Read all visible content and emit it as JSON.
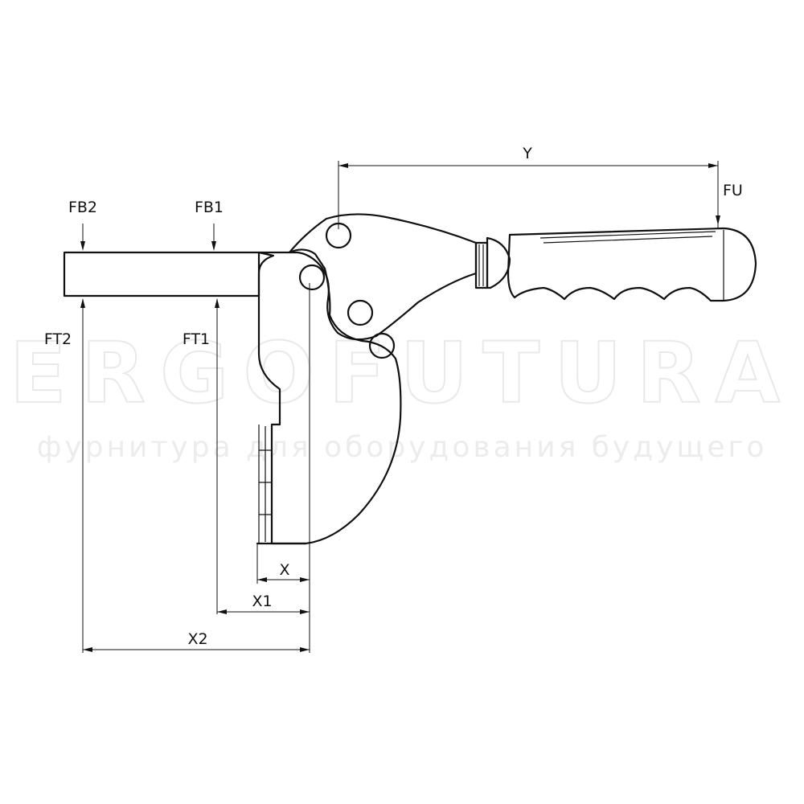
{
  "watermark": {
    "brand": "ERGOFUTURA",
    "tagline": "фурнитура для оборудования будущего"
  },
  "labels": {
    "y": "Y",
    "fu": "FU",
    "fb2": "FB2",
    "fb1": "FB1",
    "ft2": "FT2",
    "ft1": "FT1",
    "x": "X",
    "x1": "X1",
    "x2": "X2"
  }
}
